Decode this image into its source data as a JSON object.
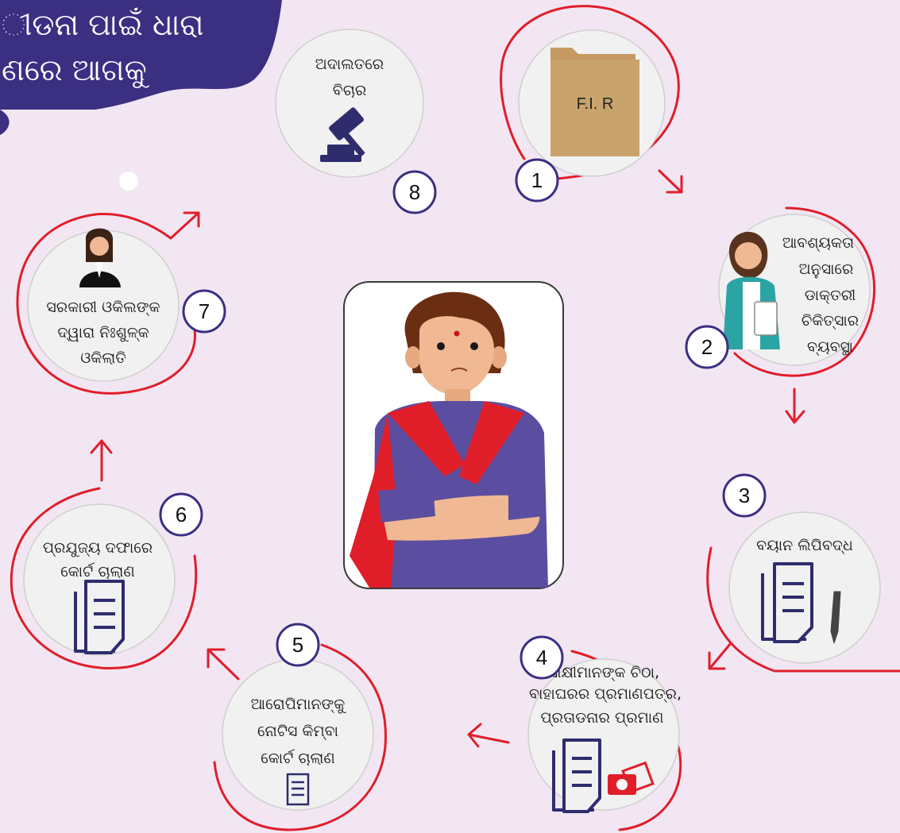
{
  "title": {
    "lines": [
      "ୀଡନା ପାଇଁ ଧାରା",
      "ଣରେ ଆଗକୁ"
    ]
  },
  "center_figure": {
    "icon": "woman-arms-crossed-icon"
  },
  "steps": [
    {
      "number": "1",
      "label_lines": [],
      "icon": "fir-folder-icon",
      "icon_text": "F.I. R"
    },
    {
      "number": "2",
      "label_lines": [
        "ଆବଶ୍ୟକତା",
        "ଅନୁସାରେ",
        "ଡାକ୍ତରୀ",
        "ଚିକିତ୍ସାର",
        "ବ୍ୟବସ୍ଥା"
      ],
      "icon": "doctor-icon"
    },
    {
      "number": "3",
      "label_lines": [
        "ବୟାନ ଲିପିବଦ୍ଧ"
      ],
      "icon": "documents-pen-icon"
    },
    {
      "number": "4",
      "label_lines": [
        "ସାକ୍ଷୀମାନଙ୍କ ଚିଠା,",
        "ବାହାଘରର ପ୍ରମାଣପତ୍ର,",
        "ପ୍ରତାଡନାର ପ୍ରମାଣ"
      ],
      "icon": "documents-camera-icon"
    },
    {
      "number": "5",
      "label_lines": [
        "ଆରୋପିମାନଙ୍କୁ",
        "ନୋଟିସ କିମ୍ବା",
        "କୋର୍ଟ ଚାଲାଣ"
      ],
      "icon": "notice-document-icon"
    },
    {
      "number": "6",
      "label_lines": [
        "ପ୍ରଯୁଜ୍ୟ ଦଫାରେ",
        "କୋର୍ଟ ଚାଲାଣ"
      ],
      "icon": "documents-icon"
    },
    {
      "number": "7",
      "label_lines": [
        "ସରକାରୀ ଓକିଲଙ୍କ",
        "ଦ୍ୱାରା ନିଃଶୁଳ୍କ",
        "ଓକିଲାତି"
      ],
      "icon": "lawyer-icon"
    },
    {
      "number": "8",
      "label_lines": [
        "ଅଦାଲତରେ",
        "ବିଚାର"
      ],
      "icon": "gavel-icon"
    }
  ],
  "colors": {
    "background": "#f2e6f3",
    "accent_red": "#e01e2a",
    "navy": "#3b2f82",
    "circle_fill": "#f1f1f1",
    "circle_stroke": "#cfcfcf",
    "doc_navy": "#2f2c6e",
    "folder": "#c49a62"
  }
}
